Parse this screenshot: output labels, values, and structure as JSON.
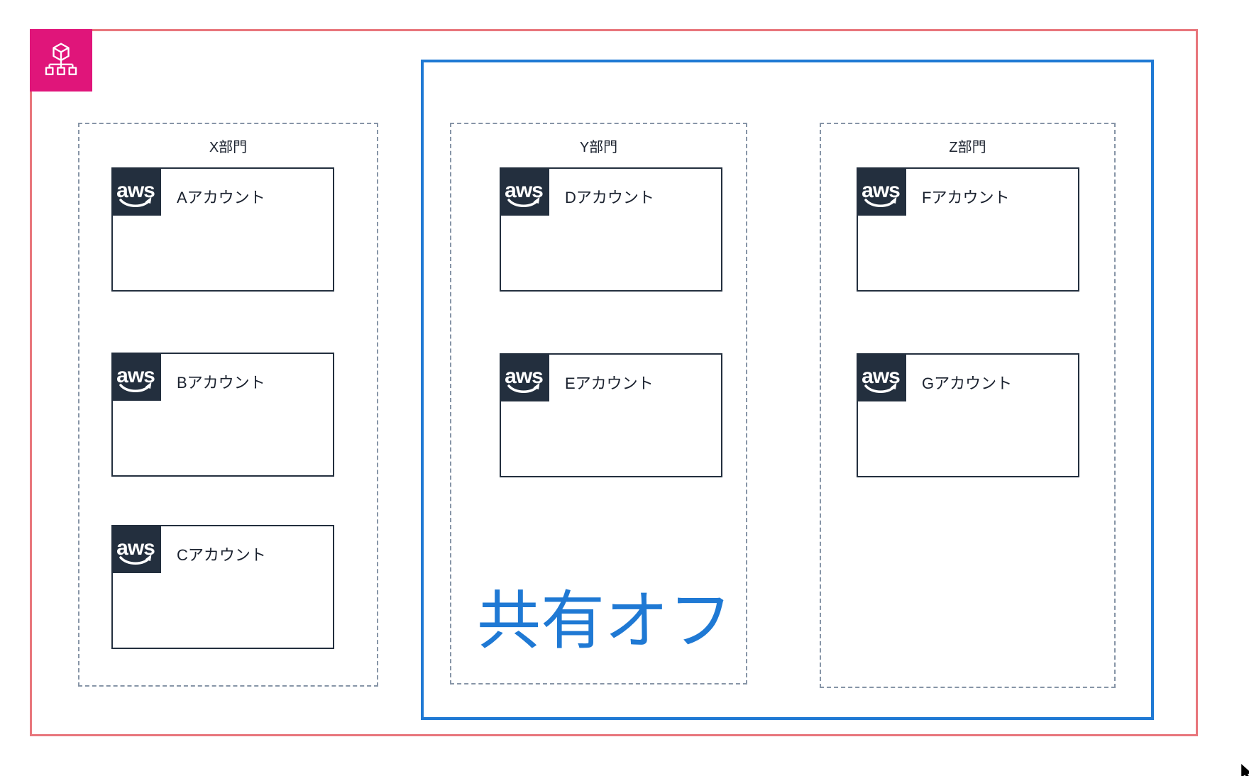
{
  "diagram_type": "aws-organizations-structure",
  "colors": {
    "organization_border": "#E8767C",
    "organization_icon_bg": "#E0157A",
    "sharing_group_border": "#1F79D4",
    "sharing_label_text": "#1F79D4",
    "department_border": "#8795A7",
    "account_border": "#232F3E",
    "aws_badge_bg": "#232F3E"
  },
  "aws_logo_text": "aws",
  "sharing_group": {
    "label": "共有オフ",
    "contains": [
      "Y部門",
      "Z部門"
    ]
  },
  "departments": [
    {
      "label": "X部門",
      "accounts": [
        {
          "label": "Aアカウント"
        },
        {
          "label": "Bアカウント"
        },
        {
          "label": "Cアカウント"
        }
      ]
    },
    {
      "label": "Y部門",
      "accounts": [
        {
          "label": "Dアカウント"
        },
        {
          "label": "Eアカウント"
        }
      ]
    },
    {
      "label": "Z部門",
      "accounts": [
        {
          "label": "Fアカウント"
        },
        {
          "label": "Gアカウント"
        }
      ]
    }
  ]
}
